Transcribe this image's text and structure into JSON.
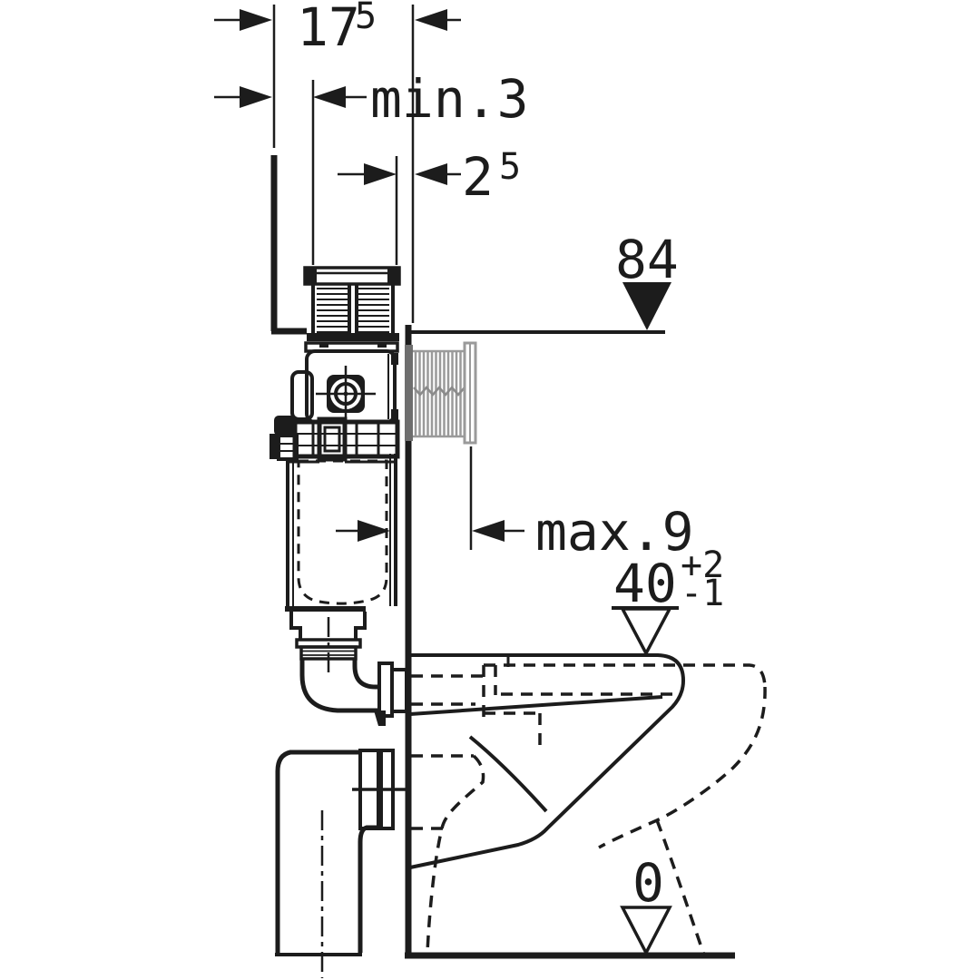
{
  "diagram": {
    "title": "Concealed cistern installation cross-section",
    "background": "#ffffff",
    "line_color": "#1c1c1c",
    "bellows_color": "#9a9a9a",
    "dimensions": {
      "duct_depth": {
        "value": "17",
        "sup": "5"
      },
      "min_clearance": {
        "value": "min.3"
      },
      "front_cover": {
        "value": "2",
        "sup": "5"
      },
      "max_finish_thickness": {
        "value": "max.9"
      }
    },
    "levels": {
      "cistern_top": {
        "value": "84"
      },
      "pan_top": {
        "value": "40",
        "tol_plus": "+2",
        "tol_minus": "-1"
      },
      "floor": {
        "value": "0"
      }
    }
  }
}
